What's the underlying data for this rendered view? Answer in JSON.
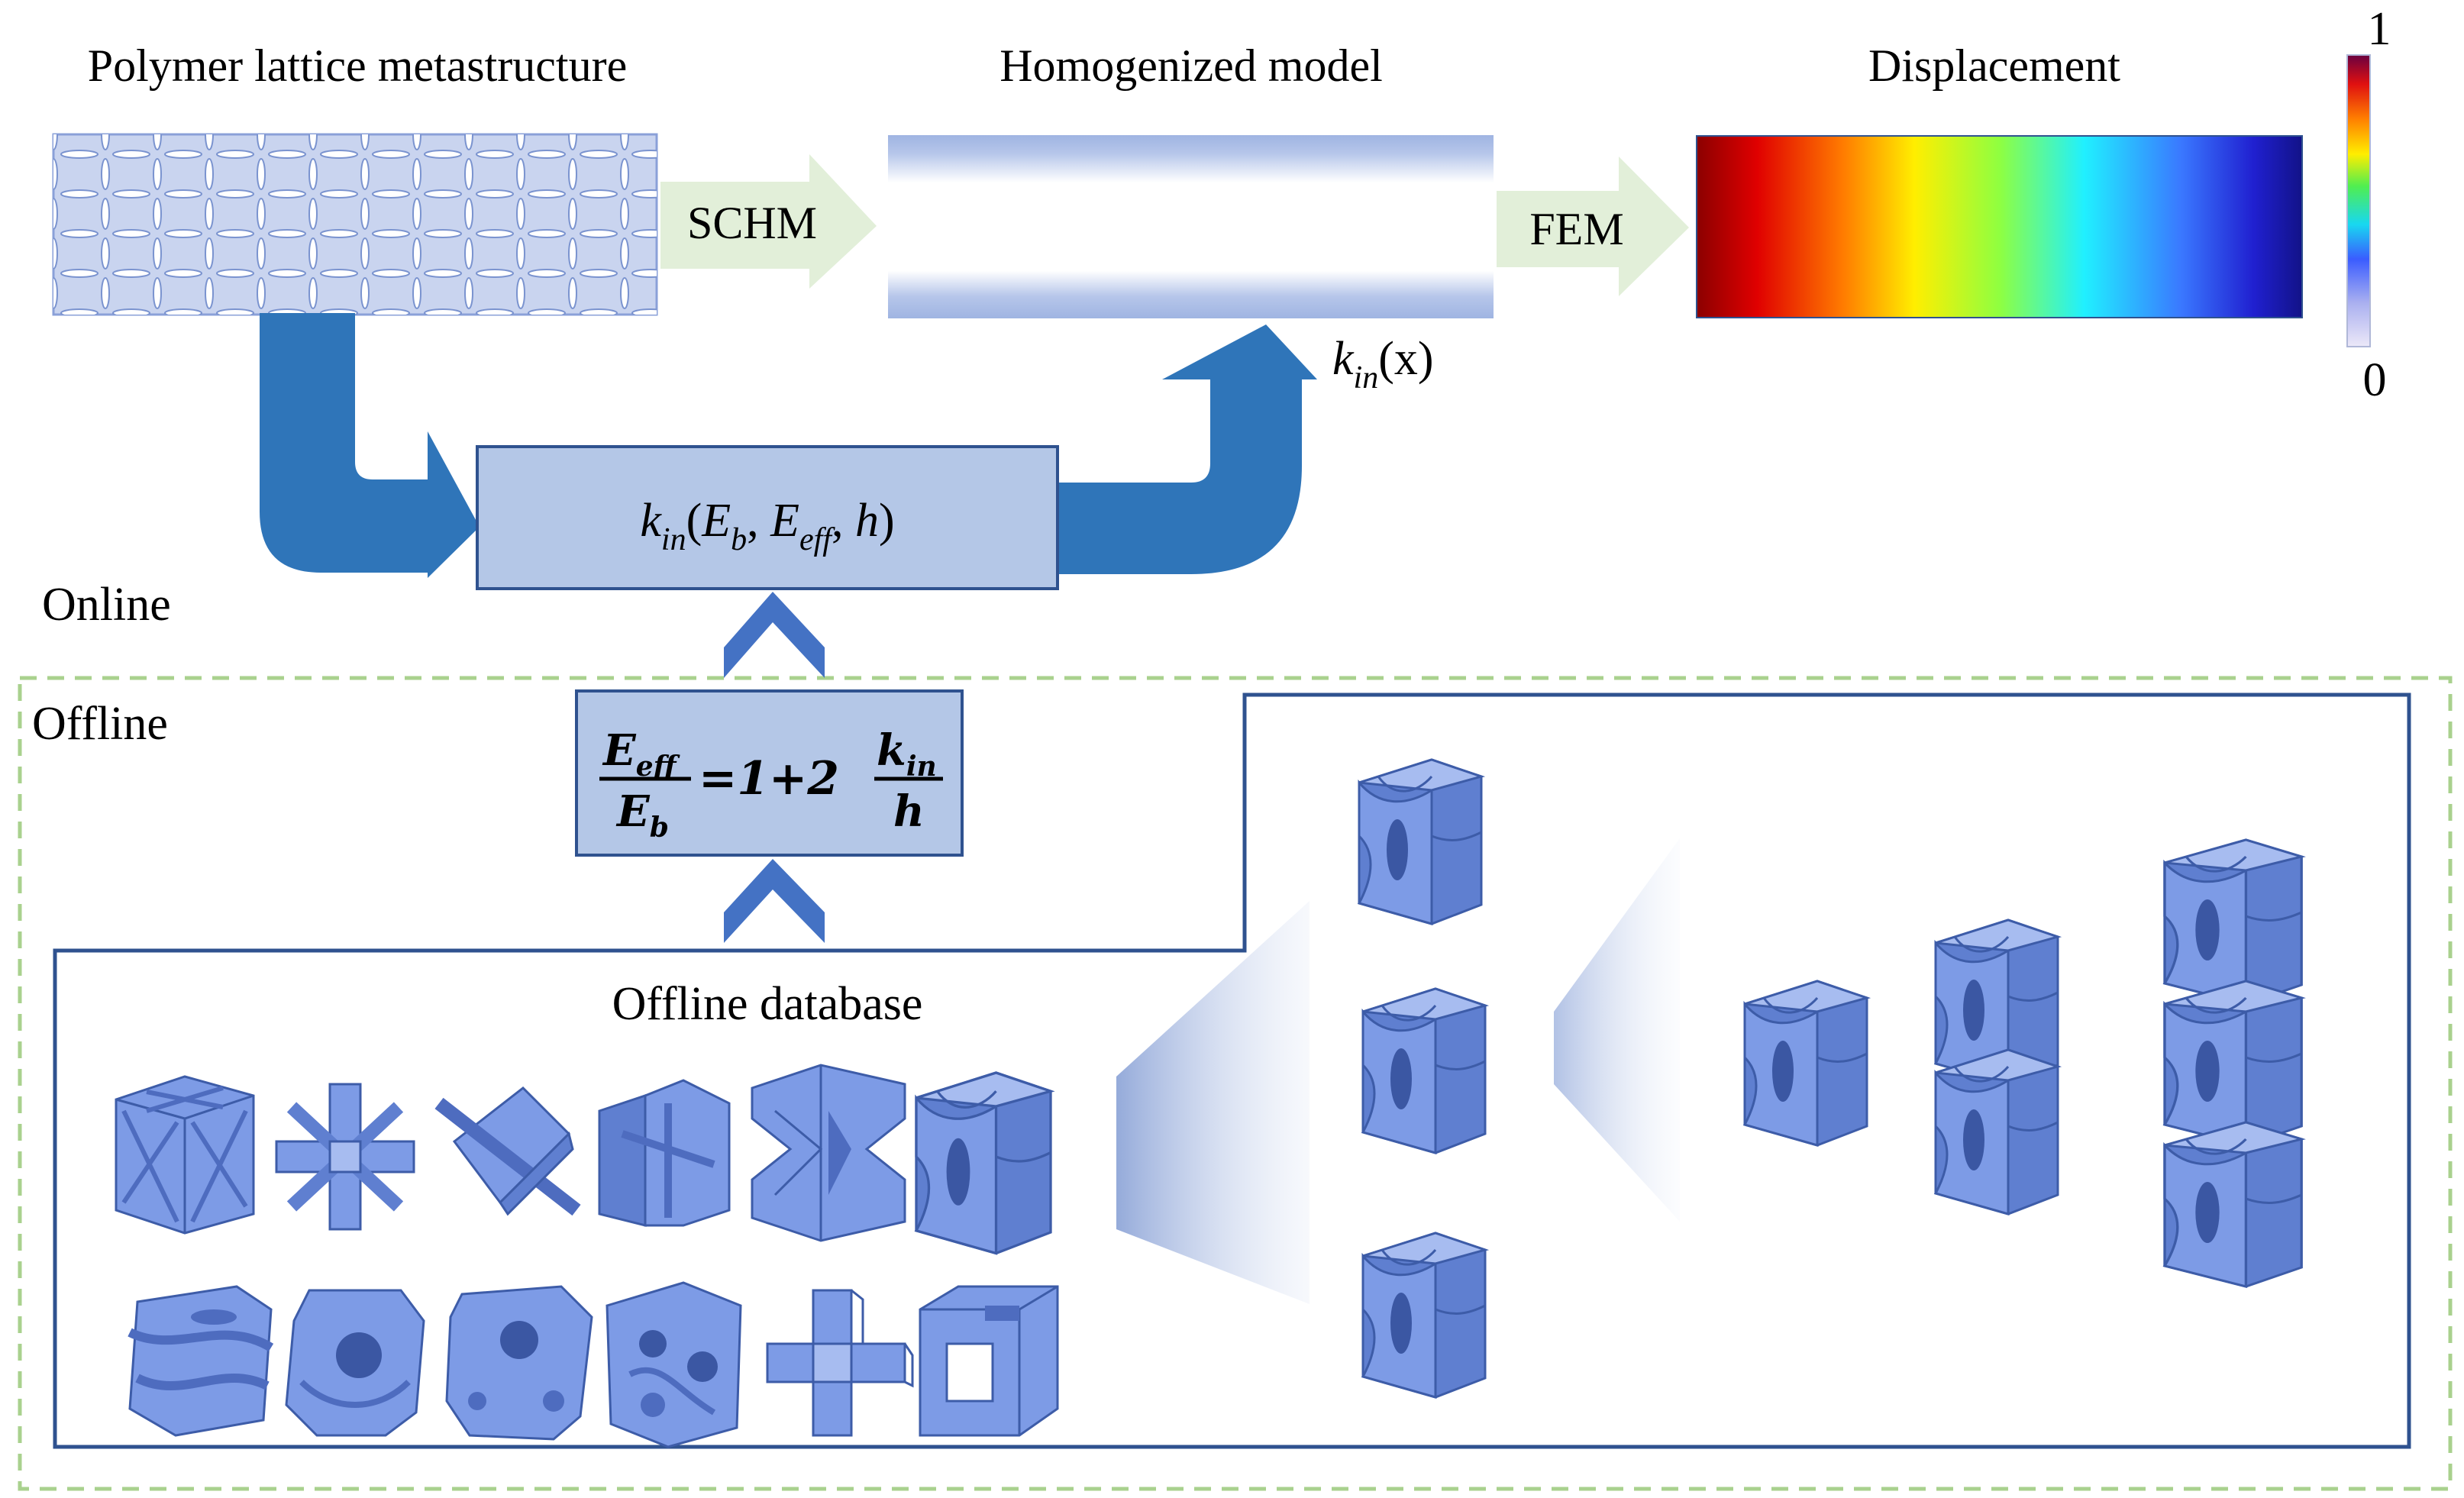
{
  "titles": {
    "lattice": "Polymer lattice metastructure",
    "homogenized": "Homogenized model",
    "displacement": "Displacement"
  },
  "arrows": {
    "schm": "SCHM",
    "fem": "FEM"
  },
  "colorbar": {
    "max": "1",
    "min": "0"
  },
  "kin_x": {
    "base": "k",
    "sub": "in",
    "arg": "(x)"
  },
  "function_box": {
    "k": "k",
    "k_sub": "in",
    "open": "(",
    "e1": "E",
    "e1_sub": "b",
    "comma1": ", ",
    "e2": "E",
    "e2_sub": "eff",
    "comma2": ", ",
    "h": "h",
    "close": ")"
  },
  "sections": {
    "online": "Online",
    "offline": "Offline",
    "database": "Offline database"
  },
  "equation": {
    "num": "E",
    "num_sub": "eff",
    "den": "E",
    "den_sub": "b",
    "rhs": "=1+2",
    "frac_num": "k",
    "frac_num_sub": "in",
    "frac_den": "h"
  },
  "colors": {
    "accent_arrow": "#2f75b9",
    "box_fill": "#b4c7e7",
    "box_stroke": "#2f528f",
    "cell_fill": "#7d9be6",
    "cell_dark": "#4e6cbf",
    "process_arrow": "#e2efd9",
    "dashed_border": "#a9d18e",
    "panel_border": "#2f528f"
  },
  "icons": {
    "unit_cells": [
      "octet-truss-cell",
      "cross-strut-cell",
      "plate-cross-cell",
      "t-beam-cell",
      "bowtie-cell",
      "reentrant-cell",
      "gyroid-cell",
      "schwarz-cell",
      "diamond-tpms-cell",
      "iwp-cell",
      "plus-cross-cell",
      "hollow-cube-cell"
    ],
    "selected_cells": [
      "reentrant-cell-variant-1",
      "reentrant-cell-variant-2",
      "reentrant-cell-variant-3"
    ],
    "stacked_cells": [
      "single-stack",
      "double-stack",
      "triple-stack"
    ]
  }
}
